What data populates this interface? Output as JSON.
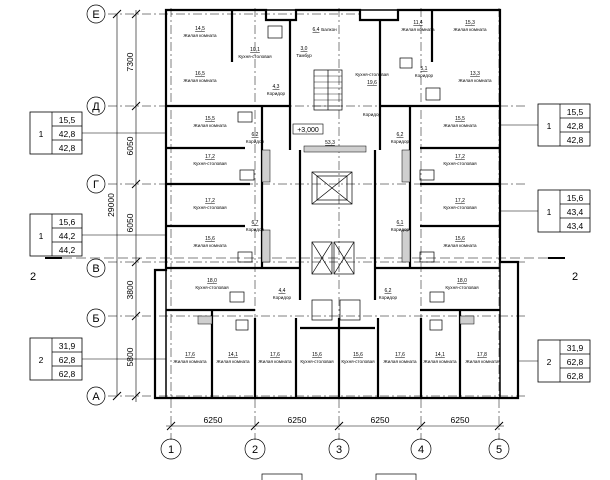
{
  "axes": {
    "letters": [
      "Е",
      "Д",
      "Г",
      "В",
      "Б",
      "А"
    ],
    "numbers": [
      "1",
      "2",
      "3",
      "4",
      "5"
    ]
  },
  "dims": {
    "vertical": [
      "7300",
      "6050",
      "6050",
      "3800",
      "5800"
    ],
    "overall_vertical": "29000",
    "horizontal": [
      "6250",
      "6250",
      "6250",
      "6250"
    ]
  },
  "section_marks": [
    "2",
    "2"
  ],
  "level_mark": "+3,000",
  "apartment_tables": [
    {
      "id": "left-d",
      "count": "1",
      "values": [
        "15,5",
        "42,8",
        "42,8"
      ]
    },
    {
      "id": "left-g",
      "count": "1",
      "values": [
        "15,6",
        "44,2",
        "44,2"
      ]
    },
    {
      "id": "left-b",
      "count": "2",
      "values": [
        "31,9",
        "62,8",
        "62,8"
      ]
    },
    {
      "id": "right-d",
      "count": "1",
      "values": [
        "15,5",
        "42,8",
        "42,8"
      ]
    },
    {
      "id": "right-g",
      "count": "1",
      "values": [
        "15,6",
        "43,4",
        "43,4"
      ]
    },
    {
      "id": "right-b",
      "count": "2",
      "values": [
        "31,9",
        "62,8",
        "62,8"
      ]
    }
  ],
  "rooms": [
    {
      "name": "Жилая комната",
      "area": "14,5"
    },
    {
      "name": "Кухня-столовая",
      "area": "10,1"
    },
    {
      "name": "Жилая комната",
      "area": "16,5"
    },
    {
      "name": "Коридор",
      "area": "4,3"
    },
    {
      "name": "Балкон",
      "area": "6,4"
    },
    {
      "name": "Тамбур",
      "area": "3,0"
    },
    {
      "name": "Кухня-столовая",
      "area": "19,6"
    },
    {
      "name": "Жилая комната",
      "area": "11,4"
    },
    {
      "name": "Жилая комната",
      "area": "15,3"
    },
    {
      "name": "Коридор",
      "area": "5,1"
    },
    {
      "name": "Жилая комната",
      "area": "13,3"
    },
    {
      "name": "Жилая комната",
      "area": "15,5"
    },
    {
      "name": "Коридор",
      "area": "6,2"
    },
    {
      "name": "Кухня-столовая",
      "area": "17,2"
    },
    {
      "name": "Коридор",
      "area": "53,3"
    },
    {
      "name": "Коридор",
      "area": "6,2"
    },
    {
      "name": "Жилая комната",
      "area": "15,5"
    },
    {
      "name": "Кухня-столовая",
      "area": "17,2"
    },
    {
      "name": "Кухня-столовая",
      "area": "17,2"
    },
    {
      "name": "Коридор",
      "area": "6,7"
    },
    {
      "name": "Жилая комната",
      "area": "15,6"
    },
    {
      "name": "Кухня-столовая",
      "area": "17,2"
    },
    {
      "name": "Коридор",
      "area": "6,1"
    },
    {
      "name": "Жилая комната",
      "area": "15,6"
    },
    {
      "name": "Кухня-столовая",
      "area": "18,0"
    },
    {
      "name": "Кухня-столовая",
      "area": "18,0"
    },
    {
      "name": "Коридор",
      "area": "4,4"
    },
    {
      "name": "Коридор",
      "area": "6,2"
    },
    {
      "name": "Жилая комната",
      "area": "17,6"
    },
    {
      "name": "Жилая комната",
      "area": "14,1"
    },
    {
      "name": "Жилая комната",
      "area": "17,6"
    },
    {
      "name": "Кухня-столовая",
      "area": "15,6"
    },
    {
      "name": "Кухня-столовая",
      "area": "15,6"
    },
    {
      "name": "Жилая комната",
      "area": "17,6"
    },
    {
      "name": "Жилая комната",
      "area": "14,1"
    },
    {
      "name": "Жилая комната",
      "area": "17,8"
    }
  ]
}
